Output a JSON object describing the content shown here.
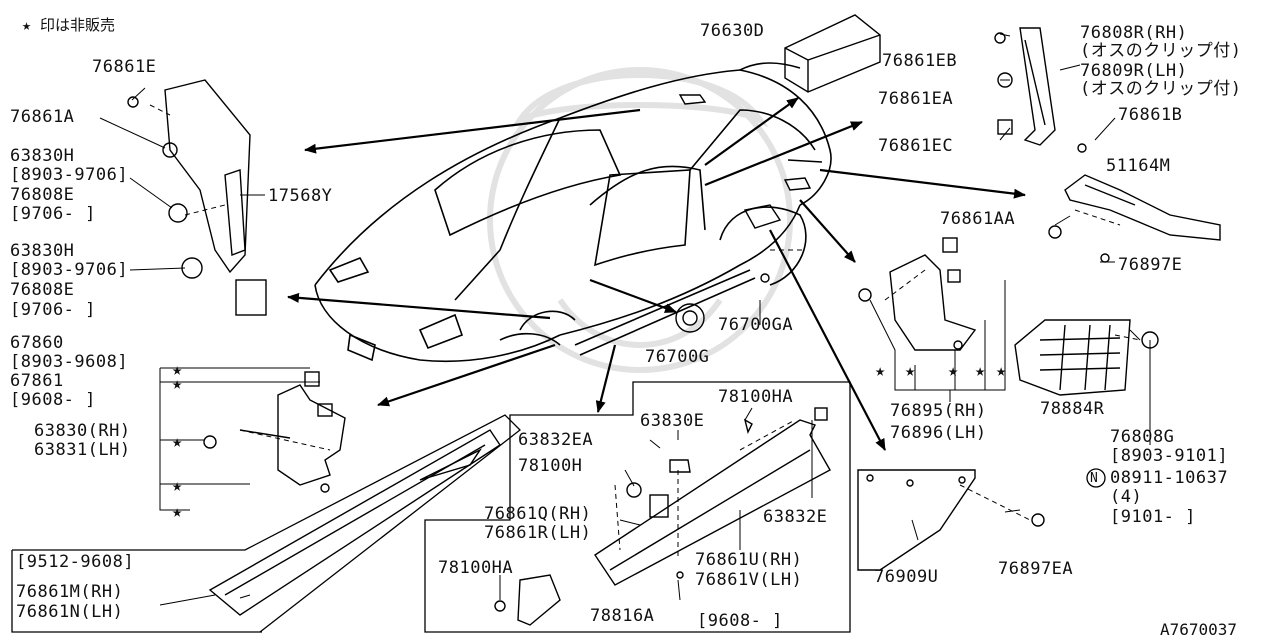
{
  "note": "★ 印は非販売",
  "diagram_code": "A7670037",
  "labels": {
    "p76630D": "76630D",
    "p76808R": "76808R(RH)",
    "p76808R_note": "(オスのクリップ付)",
    "p76809R": "76809R(LH)",
    "p76809R_note": "(オスのクリップ付)",
    "p76861EB": "76861EB",
    "p76861EA": "76861EA",
    "p76861EC": "76861EC",
    "p76861B": "76861B",
    "p51164M": "51164M",
    "p76861AA": "76861AA",
    "p76897E": "76897E",
    "p76861E": "76861E",
    "p76861A": "76861A",
    "p63830H_1": "63830H",
    "p63830H_1_range": "[8903-9706]",
    "p76808E_1": "76808E",
    "p76808E_1_range": "[9706-    ]",
    "p17568Y": "17568Y",
    "p63830H_2": "63830H",
    "p63830H_2_range": "[8903-9706]",
    "p76808E_2": "76808E",
    "p76808E_2_range": "[9706-    ]",
    "p67860": "67860",
    "p67860_range": "[8903-9608]",
    "p67861": "67861",
    "p67861_range": "[9608-    ]",
    "p63830RH": "63830(RH)",
    "p63831LH": "63831(LH)",
    "p76700GA": "76700GA",
    "p76700G": "76700G",
    "p78100HA_1": "78100HA",
    "p63832EA": "63832EA",
    "p63830E": "63830E",
    "p78100H": "78100H",
    "p76861Q": "76861Q(RH)",
    "p76861R": "76861R(LH)",
    "p63832E": "63832E",
    "p78100HA_2": "78100HA",
    "p76861U": "76861U(RH)",
    "p76861V": "76861V(LH)",
    "p78816A": "78816A",
    "p9608_range": "[9608-    ]",
    "p9512_range": "[9512-9608]",
    "p76861M": "76861M(RH)",
    "p76861N": "76861N(LH)",
    "p76895": "76895(RH)",
    "p76896": "76896(LH)",
    "p78884R": "78884R",
    "p76808G": "76808G",
    "p76808G_range": "[8903-9101]",
    "p08911": "08911-10637",
    "p08911_qty": "(4)",
    "p08911_range": "[9101-    ]",
    "n_symbol": "N",
    "p76909U": "76909U",
    "p76897EA": "76897EA"
  }
}
